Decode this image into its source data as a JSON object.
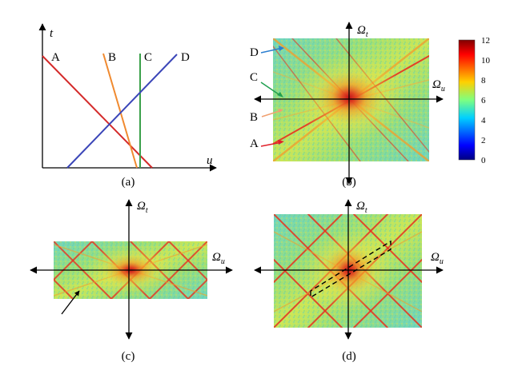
{
  "panel_a": {
    "caption": "(a)",
    "axis_t": "t",
    "axis_u": "u",
    "lines": [
      {
        "label": "A",
        "color": "#d42a2a"
      },
      {
        "label": "B",
        "color": "#f08a30"
      },
      {
        "label": "C",
        "color": "#3aa04a"
      },
      {
        "label": "D",
        "color": "#3b46b8"
      }
    ]
  },
  "panel_b": {
    "caption": "(b)",
    "axis_v": "Ω",
    "axis_v_sub": "t",
    "axis_h": "Ω",
    "axis_h_sub": "u",
    "pointers": [
      {
        "label": "D",
        "color": "#2c7fd0"
      },
      {
        "label": "C",
        "color": "#20a050"
      },
      {
        "label": "B",
        "color": "#f0a070"
      },
      {
        "label": "A",
        "color": "#e0202a"
      }
    ],
    "colorbar": {
      "ticks": [
        "12",
        "10",
        "8",
        "6",
        "4",
        "2",
        "0"
      ]
    }
  },
  "panel_c": {
    "caption": "(c)",
    "axis_v": "Ω",
    "axis_v_sub": "t",
    "axis_h": "Ω",
    "axis_h_sub": "u"
  },
  "panel_d": {
    "caption": "(d)",
    "axis_v": "Ω",
    "axis_v_sub": "t",
    "axis_h": "Ω",
    "axis_h_sub": "u"
  }
}
